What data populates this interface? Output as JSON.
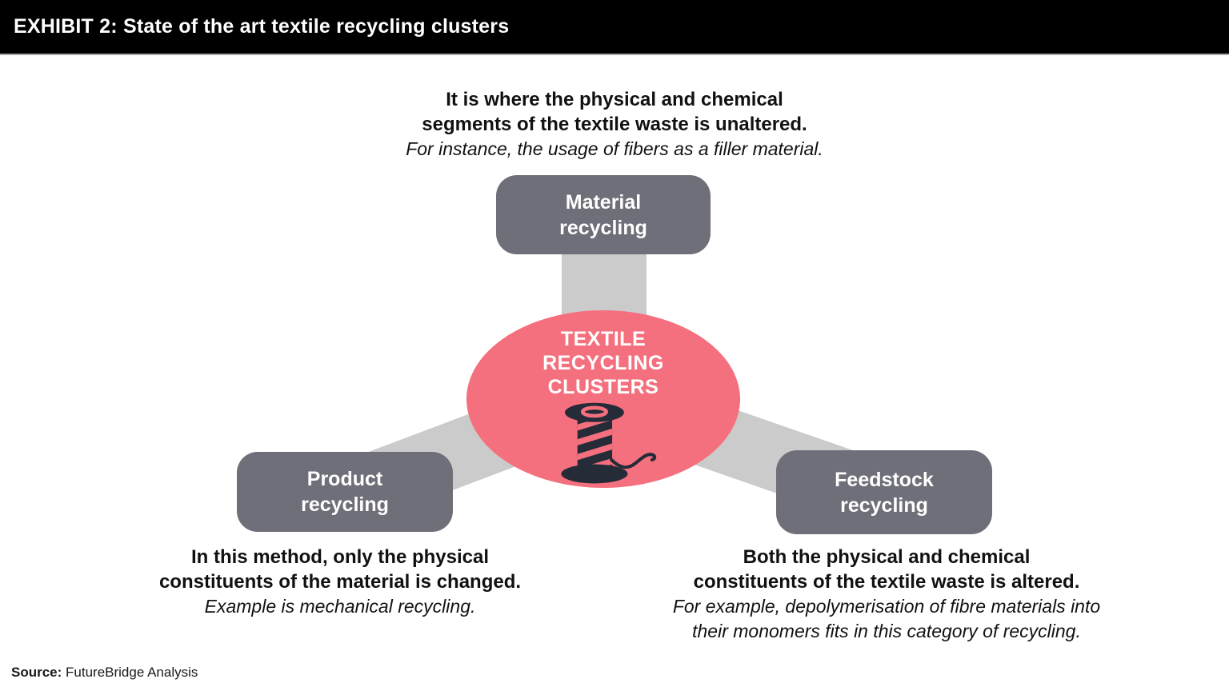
{
  "header": {
    "title": "EXHIBIT 2: State of the art textile recycling clusters"
  },
  "hub": {
    "title_line1": "TEXTILE",
    "title_line2": "RECYCLING",
    "title_line3": "CLUSTERS",
    "icon": "thread-spool-icon"
  },
  "nodes": {
    "material": {
      "label_line1": "Material",
      "label_line2": "recycling",
      "desc_bold_line1": "It is where the physical and chemical",
      "desc_bold_line2": "segments of the textile waste is unaltered.",
      "desc_italic_line1": "For instance, the usage of fibers as a filler material."
    },
    "product": {
      "label_line1": "Product",
      "label_line2": "recycling",
      "desc_bold_line1": "In this method, only the physical",
      "desc_bold_line2": "constituents of the material is changed.",
      "desc_italic_line1": "Example is mechanical recycling."
    },
    "feedstock": {
      "label_line1": "Feedstock",
      "label_line2": "recycling",
      "desc_bold_line1": "Both the physical and chemical",
      "desc_bold_line2": "constituents of the textile waste is altered.",
      "desc_italic_line1": "For example, depolymerisation of fibre materials into",
      "desc_italic_line2": "their monomers fits in this category of recycling."
    }
  },
  "footer": {
    "source_label": "Source:",
    "source_text": " FutureBridge Analysis"
  },
  "colors": {
    "header_bg": "#000000",
    "header_text": "#FFFFFF",
    "hub_pink": "#F5707E",
    "node_gray": "#6E6F78",
    "connector_gray": "#CBCBCC",
    "spool_dark": "#262B38",
    "text_black": "#111111"
  }
}
